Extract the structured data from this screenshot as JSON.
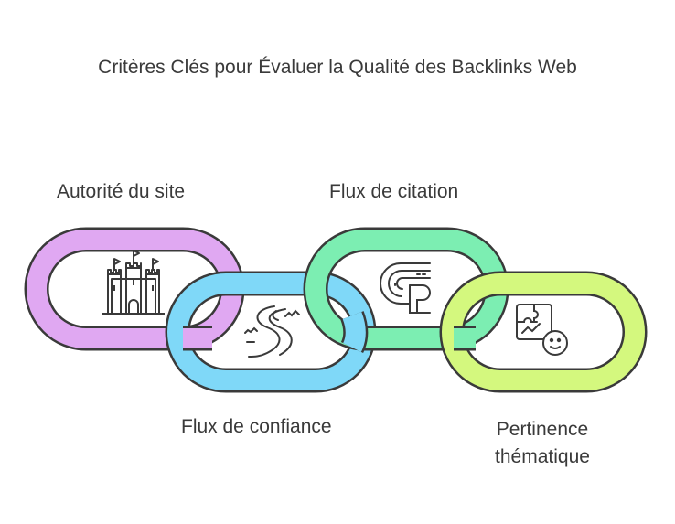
{
  "title": "Critères Clés pour Évaluer la Qualité des Backlinks Web",
  "links": [
    {
      "label": "Autorité du site",
      "color": "#e0a8f2",
      "icon": "castle-icon"
    },
    {
      "label": "Flux de confiance",
      "color": "#7fd8f8",
      "icon": "winding-river-icon"
    },
    {
      "label": "Flux de citation",
      "color": "#7ceeb2",
      "icon": "citation-track-icon"
    },
    {
      "label": "Pertinence thématique",
      "color": "#d4f87e",
      "icon": "topic-puzzle-icon"
    }
  ]
}
